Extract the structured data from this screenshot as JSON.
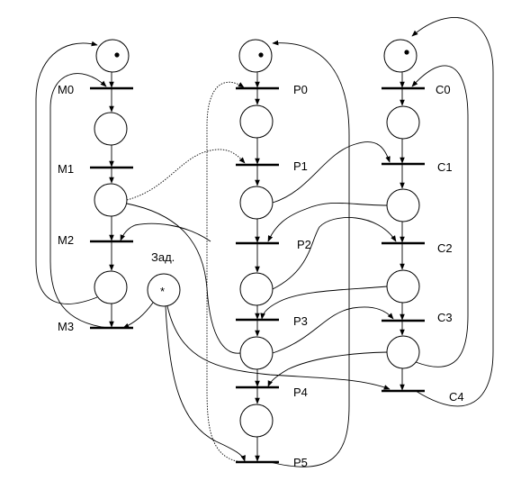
{
  "diagram": {
    "transitions": {
      "m0": "M0",
      "m1": "M1",
      "m2": "M2",
      "m3": "M3",
      "p0": "P0",
      "p1": "P1",
      "p2": "P2",
      "p3": "P3",
      "p4": "P4",
      "p5": "P5",
      "c0": "C0",
      "c1": "C1",
      "c2": "C2",
      "c3": "C3",
      "c4": "C4"
    },
    "delay_place": {
      "label": "Зад.",
      "symbol": "*"
    },
    "initial_marking": [
      "M",
      "P",
      "C"
    ]
  }
}
